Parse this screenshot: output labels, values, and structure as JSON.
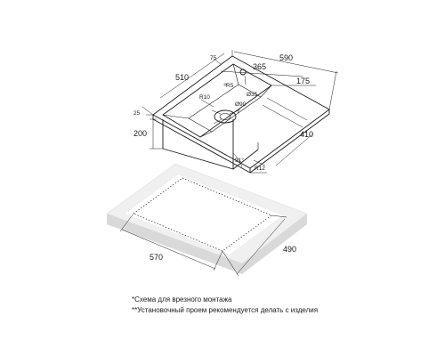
{
  "sink": {
    "dimensions": {
      "overall_width": "590",
      "overall_depth": "510",
      "bowl_width": "365",
      "drainboard_width": "175",
      "bowl_depth": "410",
      "rim_offset": "75",
      "rim_thickness": "25",
      "bowl_height": "200",
      "inner_radius": "R10",
      "outer_radius": "R12",
      "tap_hole": "Ø35",
      "drain_hole": "Ø90",
      "rim_angle": "91°",
      "tap_hole_offset": "R5"
    }
  },
  "cutout": {
    "dimensions": {
      "width": "570",
      "depth": "490"
    }
  },
  "notes": {
    "line1": "*Схема для врезного монтажа",
    "line2": "**Установочный проем рекомендуется делать с изделия"
  }
}
